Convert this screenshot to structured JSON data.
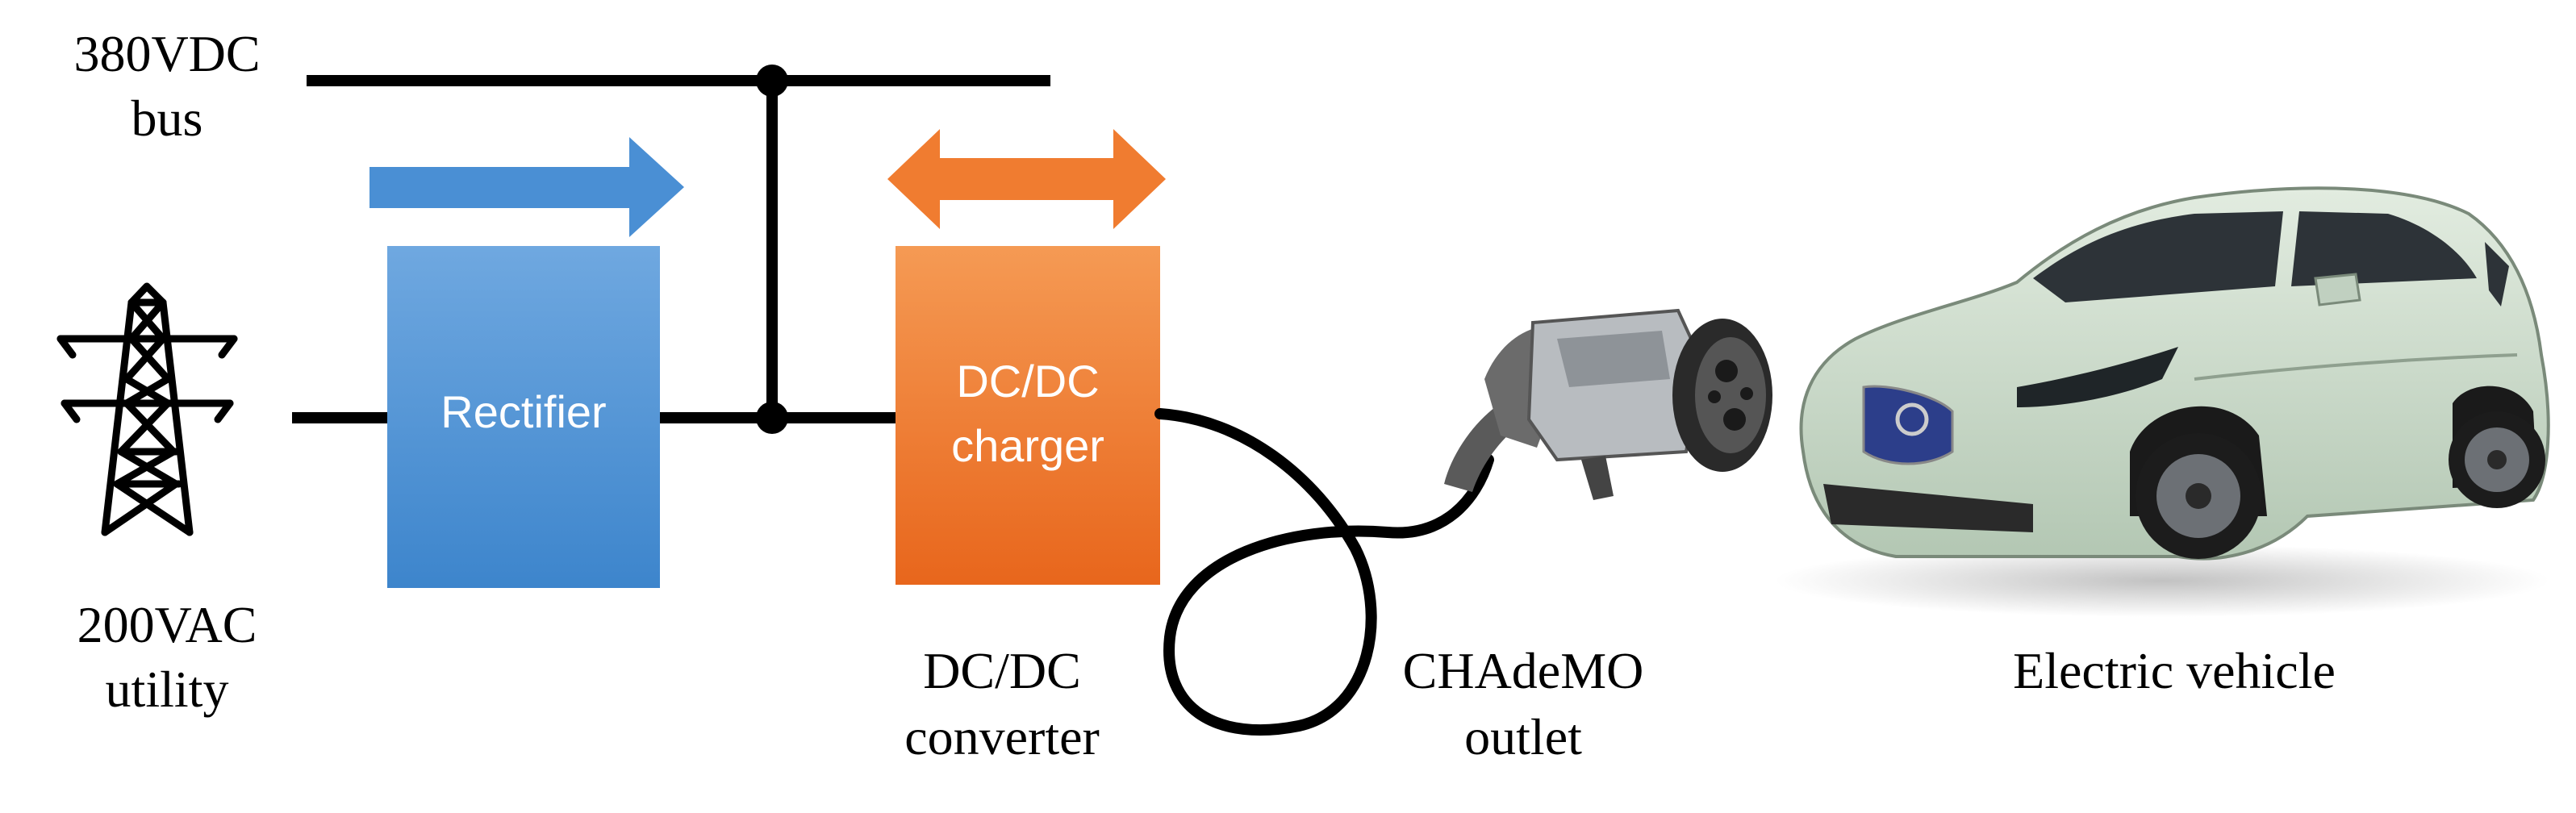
{
  "labels": {
    "dc_bus_line1": "380VDC",
    "dc_bus_line2": "bus",
    "ac_utility_line1": "200VAC",
    "ac_utility_line2": "utility",
    "converter_caption_line1": "DC/DC",
    "converter_caption_line2": "converter",
    "outlet_caption_line1": "CHAdeMO",
    "outlet_caption_line2": "outlet",
    "vehicle_caption": "Electric vehicle"
  },
  "blocks": {
    "rectifier": "Rectifier",
    "charger_line1": "DC/DC",
    "charger_line2": "charger"
  },
  "colors": {
    "rectifier_top": "#6fa8e0",
    "rectifier_bottom": "#3d85cc",
    "charger_top": "#f59a54",
    "charger_bottom": "#e8661c",
    "line": "#000000",
    "car_body": "#c9d9c9",
    "car_grille": "#2c3e8a"
  },
  "icons": {
    "utility": "transmission-tower-icon",
    "power_flow_rectifier": "right-arrow-icon",
    "power_flow_charger": "bidirectional-arrow-icon",
    "outlet": "chademo-plug-icon",
    "vehicle": "electric-car-icon"
  }
}
